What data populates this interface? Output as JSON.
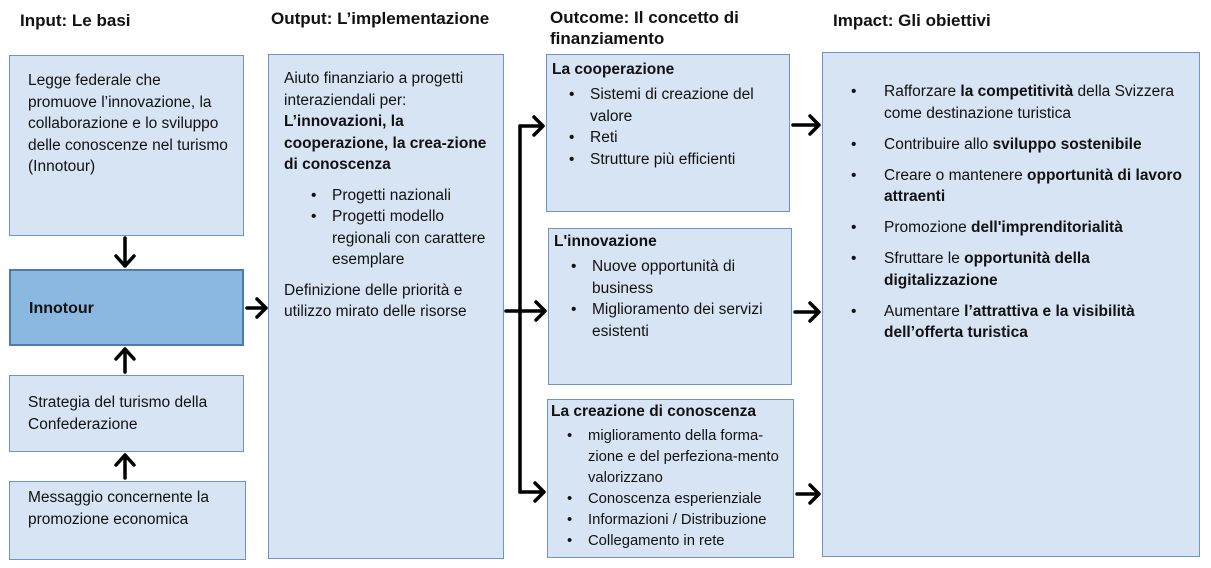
{
  "headers": {
    "input": "Input: Le basi",
    "output": "Output: L’implementazione",
    "outcome": "Outcome: Il concetto di finanziamento",
    "impact": "Impact: Gli obiettivi"
  },
  "input": {
    "law": "Legge federale che promuove l’innovazione, la collaborazione e lo sviluppo delle conoscenze nel turismo (Innotour)",
    "innotour": "Innotour",
    "strategy": "Strategia del turismo della Confederazione",
    "message": "Messaggio concernente la promozione economica"
  },
  "output": {
    "intro": "Aiuto finanziario a progetti interaziendali per: ",
    "intro_bold": "L’innovazioni, la cooperazione, la crea-zione di conoscenza",
    "items": [
      "Progetti nazionali",
      "Progetti modello regionali con carattere esemplare"
    ],
    "footer": "Definizione delle priorità e utilizzo mirato delle risorse"
  },
  "outcome": {
    "cooperation": {
      "title": "La cooperazione",
      "items": [
        "Sistemi di creazione del valore",
        "Reti",
        "Strutture più efficienti"
      ]
    },
    "innovation": {
      "title": "L'innovazione",
      "items": [
        "Nuove opportunità di business",
        "Miglioramento dei servizi esistenti"
      ]
    },
    "knowledge": {
      "title": "La creazione di conoscenza",
      "items": [
        "miglioramento della forma-zione e del perfeziona-mento valorizzano",
        "Conoscenza esperienziale",
        "Informazioni / Distribuzione",
        "Collegamento in rete"
      ]
    }
  },
  "impact": {
    "items": [
      {
        "pre": "Rafforzare ",
        "bold": "la competitività",
        "post": " della Svizzera come destinazione turistica"
      },
      {
        "pre": "Contribuire allo ",
        "bold": "sviluppo sostenibile",
        "post": ""
      },
      {
        "pre": "Creare o mantenere ",
        "bold": "opportunità di lavoro attraenti",
        "post": ""
      },
      {
        "pre": "Promozione ",
        "bold": "dell'imprenditorialità",
        "post": ""
      },
      {
        "pre": "Sfruttare le ",
        "bold": "opportunità della digitalizzazione",
        "post": ""
      },
      {
        "pre": "Aumentare ",
        "bold": "l’attrattiva e la visibilità dell’offerta turistica",
        "post": ""
      }
    ]
  },
  "colors": {
    "box_fill": "#d6e4f3",
    "box_border": "#6f93c4",
    "highlight_fill": "#8ab8e0",
    "arrow": "#000000"
  }
}
